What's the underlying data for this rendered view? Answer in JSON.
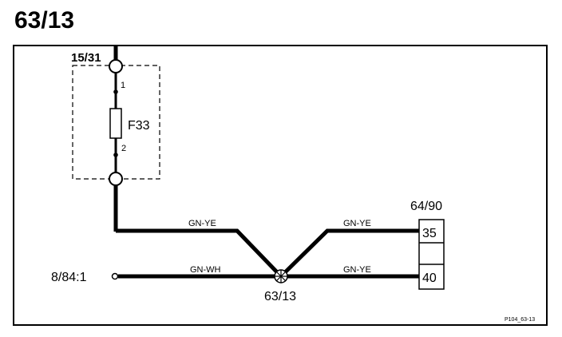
{
  "page": {
    "title": "63/13"
  },
  "diagram": {
    "power_source": "15/31",
    "fuse": {
      "name": "F33",
      "pin_top": "1",
      "pin_bottom": "2"
    },
    "wires": {
      "top_left": "GN-YE",
      "top_right": "GN-YE",
      "bottom_left": "GN-WH",
      "bottom_right": "GN-YE"
    },
    "splice": "63/13",
    "connector": {
      "name": "64/90",
      "pins": [
        "35",
        "40"
      ]
    },
    "left_terminal": "8/84:1",
    "reference": "P104_63-13",
    "colors": {
      "line": "#000000",
      "background": "#ffffff"
    }
  }
}
